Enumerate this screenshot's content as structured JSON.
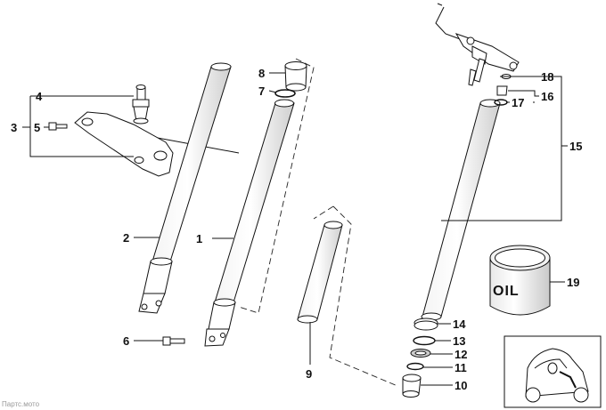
{
  "callouts": {
    "c1": "1",
    "c2": "2",
    "c3": "3",
    "c4": "4",
    "c5": "5",
    "c6": "6",
    "c7": "7",
    "c8": "8",
    "c9": "9",
    "c10": "10",
    "c11": "11",
    "c12": "12",
    "c13": "13",
    "c14": "14",
    "c15": "15",
    "c16": "16",
    "c17": "17",
    "c18": "18",
    "c19": "19"
  },
  "can_label": "OIL",
  "watermark": "Партс.мото"
}
